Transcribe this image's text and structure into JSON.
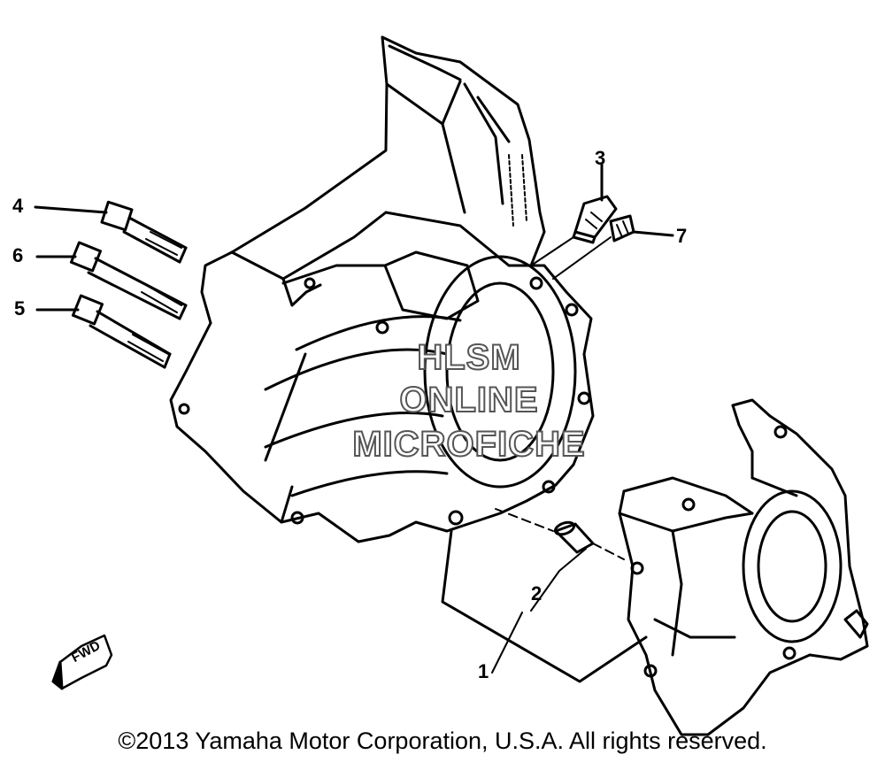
{
  "callouts": {
    "c1": "1",
    "c2": "2",
    "c3": "3",
    "c4": "4",
    "c5": "5",
    "c6": "6",
    "c7": "7"
  },
  "watermark": {
    "line1": "HLSM",
    "line2": "ONLINE",
    "line3": "MICROFICHE"
  },
  "fwd_label": "FWD",
  "copyright": "©2013 Yamaha Motor Corporation, U.S.A. All rights reserved.",
  "colors": {
    "ink": "#000000",
    "paper": "#ffffff",
    "watermark_outline": "#555555"
  }
}
